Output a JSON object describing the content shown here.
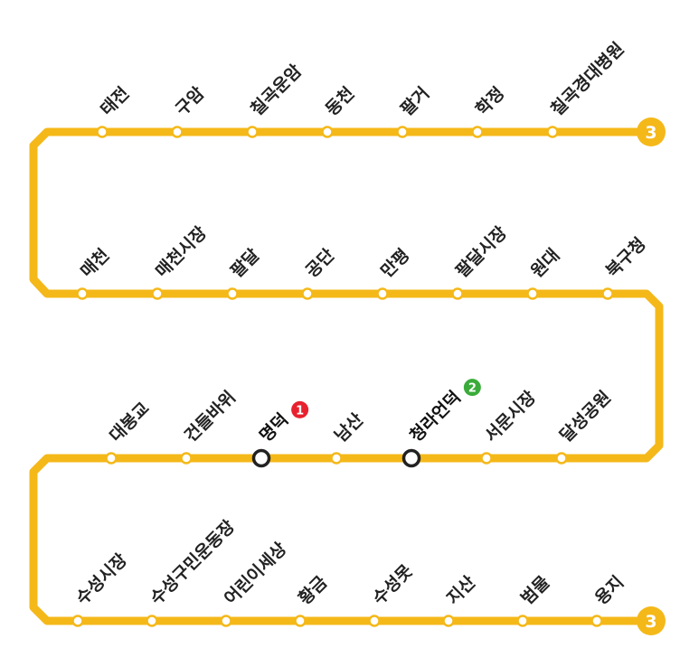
{
  "line": {
    "number": "3",
    "color": "#f4b819",
    "rows": [
      {
        "stations": [
          {
            "name": "태전"
          },
          {
            "name": "구암"
          },
          {
            "name": "칠곡운암"
          },
          {
            "name": "동천"
          },
          {
            "name": "팔거"
          },
          {
            "name": "학정"
          },
          {
            "name": "칠곡경대병원"
          }
        ]
      },
      {
        "stations": [
          {
            "name": "매천"
          },
          {
            "name": "매천시장"
          },
          {
            "name": "팔달"
          },
          {
            "name": "공단"
          },
          {
            "name": "만평"
          },
          {
            "name": "팔달시장"
          },
          {
            "name": "원대"
          },
          {
            "name": "북구청"
          }
        ]
      },
      {
        "stations": [
          {
            "name": "대봉교"
          },
          {
            "name": "건들바위"
          },
          {
            "name": "명덕",
            "transfer": "1",
            "transfer_color": "#e8212e"
          },
          {
            "name": "남산"
          },
          {
            "name": "청라언덕",
            "transfer": "2",
            "transfer_color": "#3aab3a"
          },
          {
            "name": "서문시장"
          },
          {
            "name": "달성공원"
          }
        ]
      },
      {
        "stations": [
          {
            "name": "수성시장"
          },
          {
            "name": "수성구민운동장"
          },
          {
            "name": "어린이세상"
          },
          {
            "name": "황금"
          },
          {
            "name": "수성못"
          },
          {
            "name": "지산"
          },
          {
            "name": "범물"
          },
          {
            "name": "용지"
          }
        ]
      }
    ]
  }
}
